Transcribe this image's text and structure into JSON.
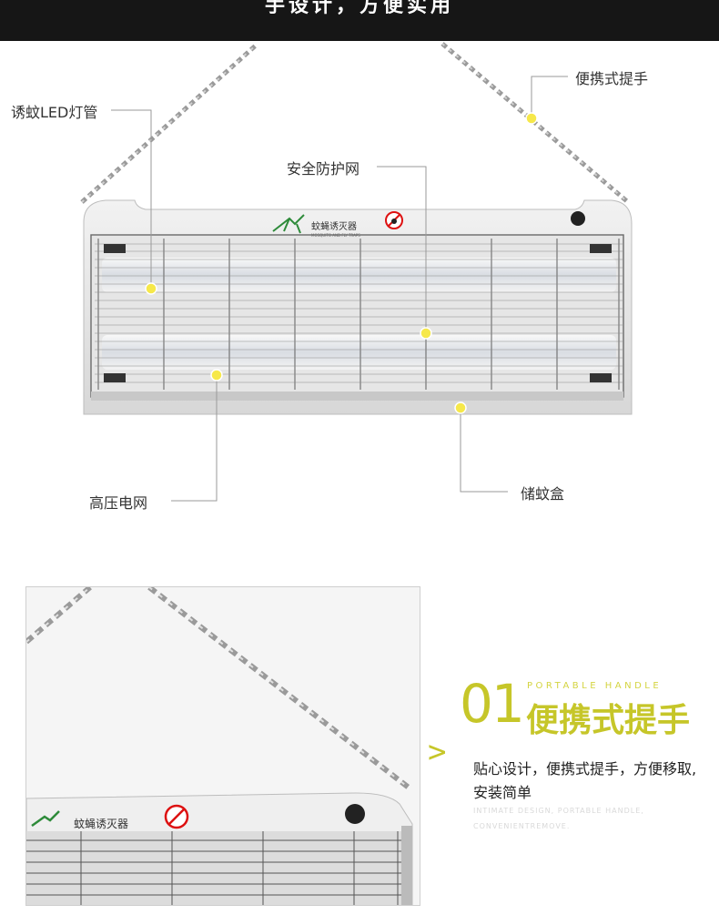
{
  "header": {
    "title": "手设计，方便实用"
  },
  "diagram": {
    "callouts": {
      "led_tube": "诱蚊LED灯管",
      "handle": "便携式提手",
      "safety_net": "安全防护网",
      "high_voltage_grid": "高压电网",
      "collection_box": "储蚊盒"
    },
    "device_label": "蚊蝇诱灭器",
    "device_sublabel": "MOSQUITO AND FLY TRAPS",
    "accent_color": "#f6e84a"
  },
  "feature": {
    "number": "01",
    "english_title": "PORTABLE HANDLE",
    "title": "便携式提手",
    "arrow": ">",
    "description": "贴心设计，便携式提手，方便移取,安装简单",
    "english_description": "INTIMATE DESIGN, PORTABLE HANDLE, CONVENIENTREMOVE.",
    "accent_color": "#c6c629"
  }
}
